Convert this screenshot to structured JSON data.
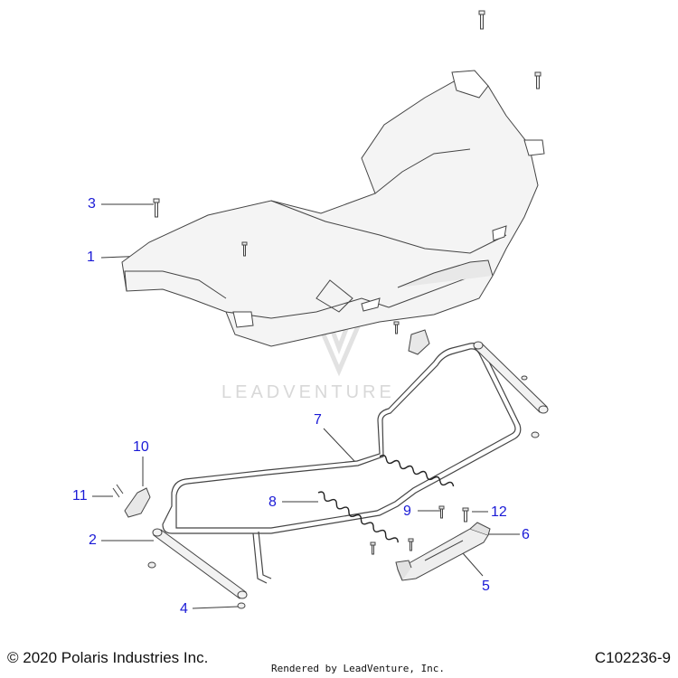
{
  "callouts": {
    "c1": "1",
    "c2": "2",
    "c3": "3",
    "c4": "4",
    "c5": "5",
    "c6": "6",
    "c7": "7",
    "c8": "8",
    "c9": "9",
    "c10": "10",
    "c11": "11",
    "c12": "12"
  },
  "footer": {
    "copyright": "© 2020 Polaris Industries Inc.",
    "rendered_by": "Rendered by LeadVenture, Inc.",
    "diagram_id": "C102236-9"
  },
  "watermark": {
    "text": "LEADVENTURE"
  },
  "colors": {
    "callout": "#1a1ad6",
    "line": "#222222",
    "watermark": "#d8d8d8"
  }
}
